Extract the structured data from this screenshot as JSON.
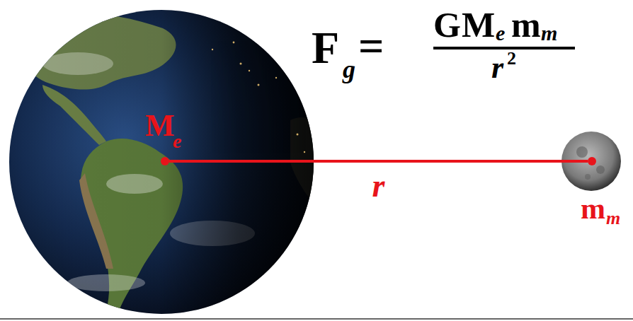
{
  "diagram": {
    "nodes": [
      {
        "text": [
          "M",
          "e"
        ]
      },
      {
        "text": [
          "m",
          "m"
        ]
      }
    ],
    "edges": [
      {
        "from": 0,
        "to": 1,
        "arrow": "none",
        "label": "r"
      }
    ],
    "labels": [
      "F",
      "g",
      "=",
      "G",
      "M",
      "e",
      "m",
      "m",
      "r",
      "2"
    ]
  }
}
